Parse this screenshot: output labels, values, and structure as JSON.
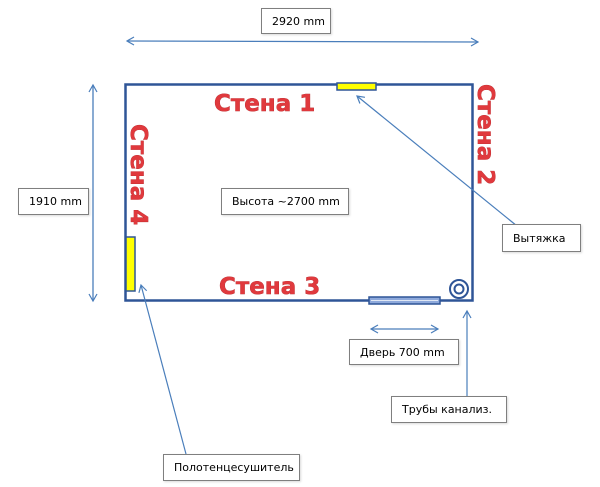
{
  "diagram": {
    "title": "Bathroom floor plan",
    "dimensions": {
      "width_label": "2920 mm",
      "height_label": "1910 mm",
      "ceiling_label": "Высота ~2700 mm"
    },
    "walls": [
      {
        "id": "wall-1",
        "label": "Стена 1"
      },
      {
        "id": "wall-2",
        "label": "Стена 2"
      },
      {
        "id": "wall-3",
        "label": "Стена 3"
      },
      {
        "id": "wall-4",
        "label": "Стена 4"
      }
    ],
    "callouts": {
      "vent": "Вытяжка",
      "door": "Дверь 700 mm",
      "pipes": "Трубы канализ.",
      "towel_dryer": "Полотенцесушитель"
    },
    "colors": {
      "wall_line": "#2f5597",
      "arrow": "#4a7ebb",
      "fixture_yellow": "#ffff00",
      "wall_text": "#e0393d",
      "label_border": "#7f7f7f"
    }
  }
}
